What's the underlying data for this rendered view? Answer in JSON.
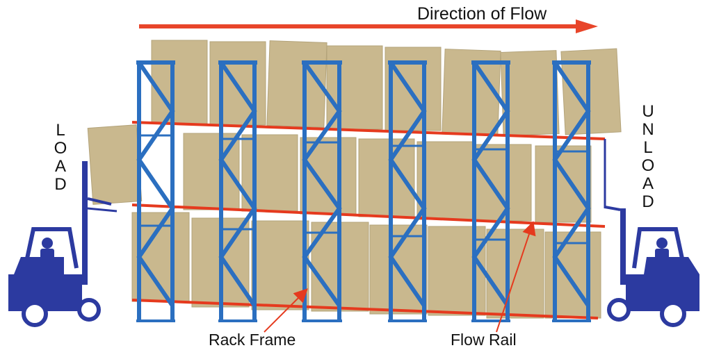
{
  "title": "Direction of Flow",
  "load_label": "LOAD",
  "unload_label": "UNLOAD",
  "callouts": {
    "rack_frame": "Rack Frame",
    "flow_rail": "Flow Rail"
  },
  "colors": {
    "rack_blue": "#2b6fc0",
    "rail_red": "#e53a1e",
    "box_tan": "#c9b88e",
    "forklift_blue": "#2c3aa0",
    "arrow_red": "#e8452a"
  },
  "icons": [
    "forklift-icon",
    "flow-arrow-icon"
  ]
}
